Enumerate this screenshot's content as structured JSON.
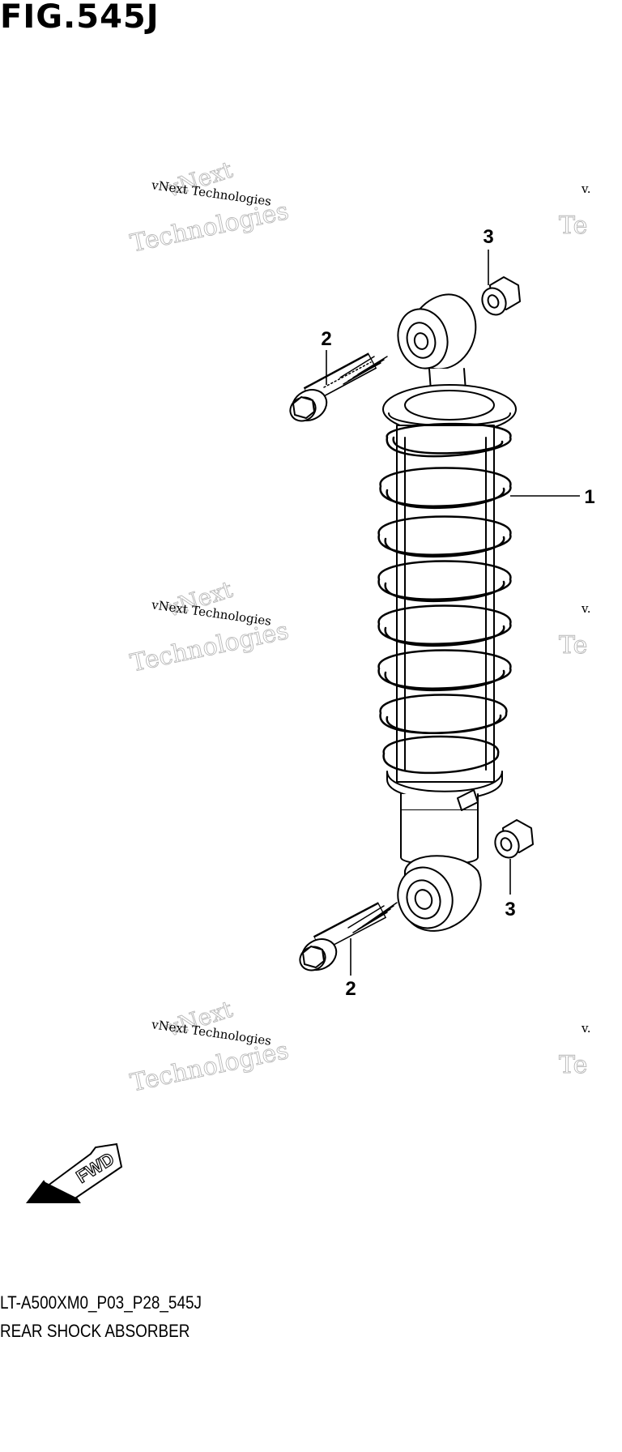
{
  "figure": {
    "title": "FIG.545J",
    "code": "LT-A500XM0_P03_P28_545J",
    "name": "REAR SHOCK ABSORBER"
  },
  "parts": [
    {
      "ref": "1",
      "name": "shock absorber assembly"
    },
    {
      "ref": "2",
      "name": "bolt"
    },
    {
      "ref": "3",
      "name": "nut"
    }
  ],
  "callouts": {
    "top_nut": "3",
    "top_bolt": "2",
    "shock": "1",
    "bottom_nut": "3",
    "bottom_bolt": "2"
  },
  "direction_label": "FWD",
  "watermark": {
    "line1": "vNext",
    "line2": "vNext Technologies",
    "line3": "Technologies",
    "edge1": "v.",
    "edge2": "Te"
  },
  "colors": {
    "line": "#000000",
    "watermark": "#b8b8b8"
  }
}
